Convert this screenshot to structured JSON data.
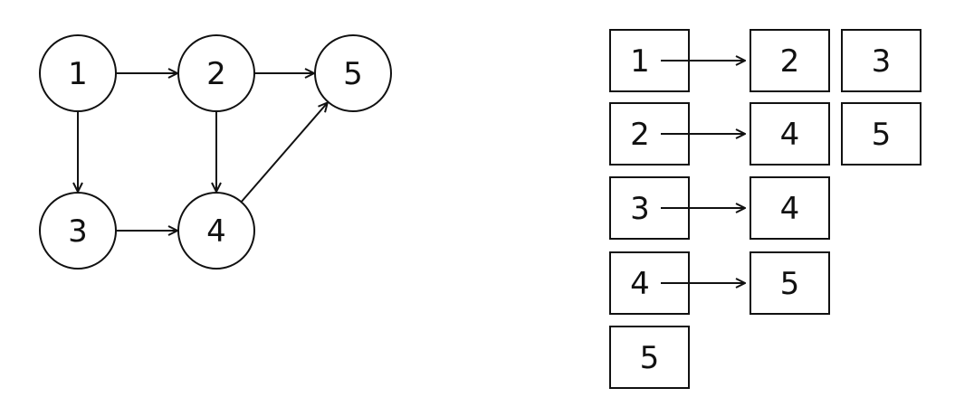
{
  "graph": {
    "nodes": [
      {
        "id": "1",
        "label": "1"
      },
      {
        "id": "2",
        "label": "2"
      },
      {
        "id": "3",
        "label": "3"
      },
      {
        "id": "4",
        "label": "4"
      },
      {
        "id": "5",
        "label": "5"
      }
    ],
    "edges": [
      {
        "from": "1",
        "to": "2"
      },
      {
        "from": "2",
        "to": "5"
      },
      {
        "from": "1",
        "to": "3"
      },
      {
        "from": "2",
        "to": "4"
      },
      {
        "from": "3",
        "to": "4"
      },
      {
        "from": "4",
        "to": "5"
      }
    ]
  },
  "adjacency_list": [
    {
      "vertex": "1",
      "neighbors": [
        "2",
        "3"
      ]
    },
    {
      "vertex": "2",
      "neighbors": [
        "4",
        "5"
      ]
    },
    {
      "vertex": "3",
      "neighbors": [
        "4"
      ]
    },
    {
      "vertex": "4",
      "neighbors": [
        "5"
      ]
    },
    {
      "vertex": "5",
      "neighbors": []
    }
  ]
}
